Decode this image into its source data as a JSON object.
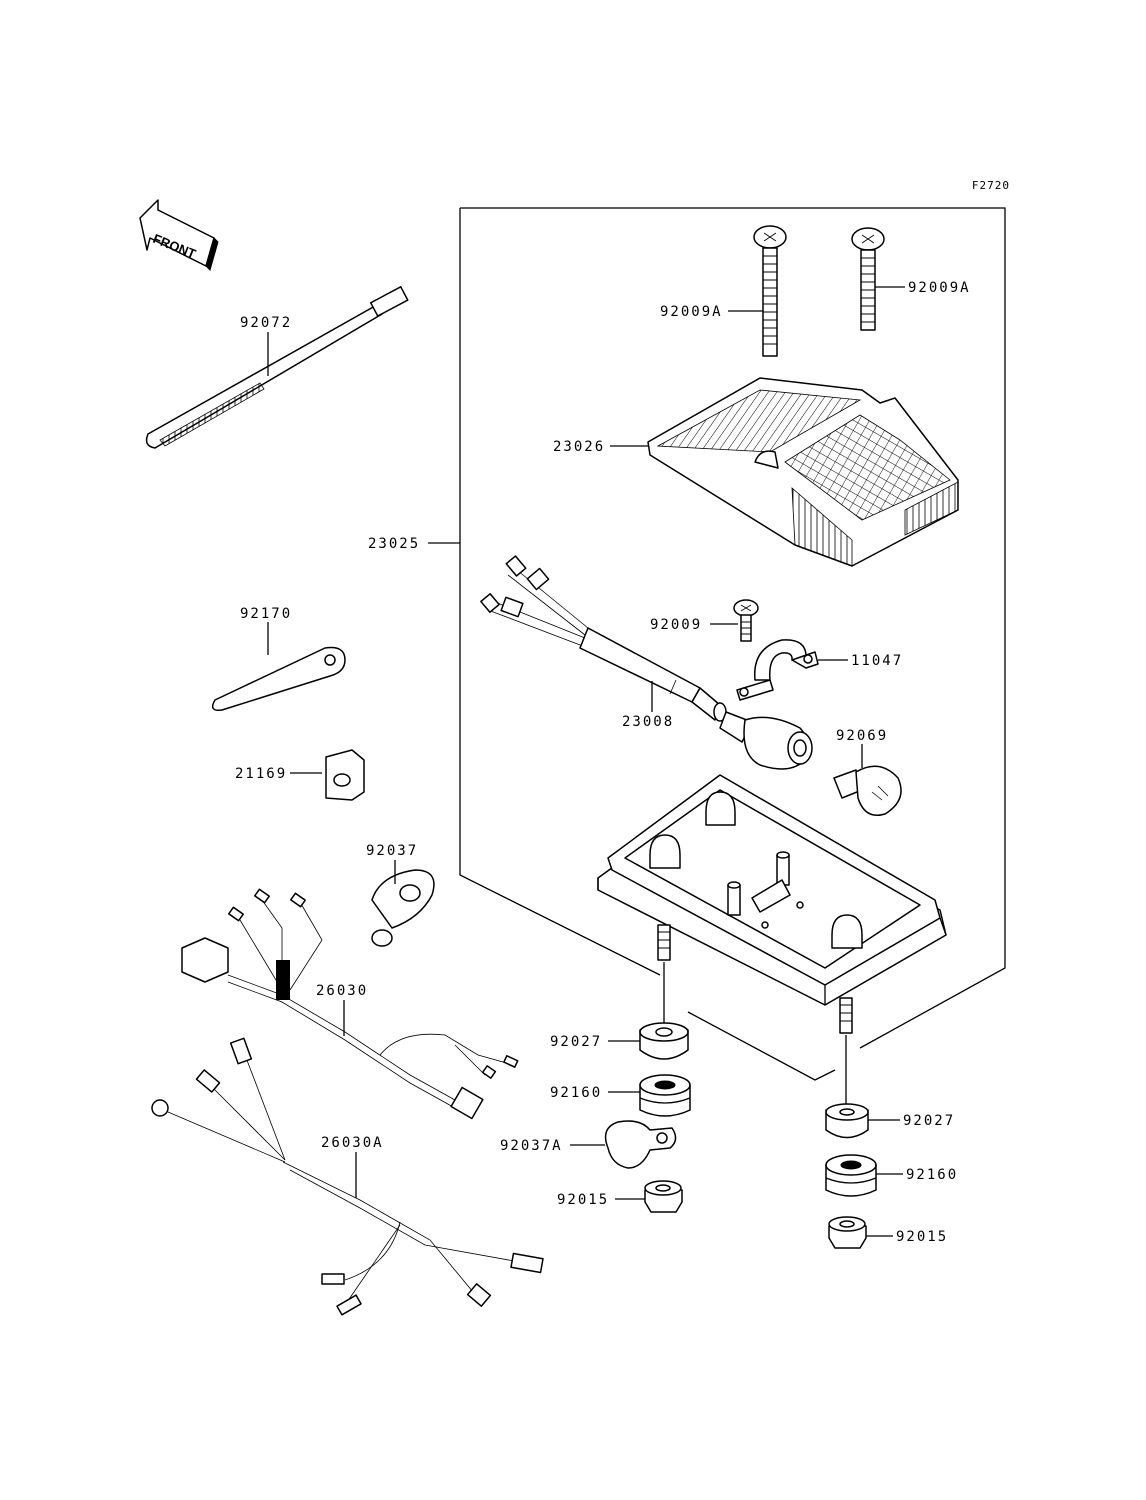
{
  "diagram_code": "F2720",
  "front_marker": "FRONT",
  "parts": {
    "p92072": "92072",
    "p92170": "92170",
    "p21169": "21169",
    "p92037": "92037",
    "p26030": "26030",
    "p26030A": "26030A",
    "p23025": "23025",
    "p92009A_left": "92009A",
    "p92009A_right": "92009A",
    "p23026": "23026",
    "p92009": "92009",
    "p11047": "11047",
    "p23008": "23008",
    "p92069": "92069",
    "p92027_left": "92027",
    "p92160_left": "92160",
    "p92037A": "92037A",
    "p92015_left": "92015",
    "p92027_right": "92027",
    "p92160_right": "92160",
    "p92015_right": "92015"
  }
}
